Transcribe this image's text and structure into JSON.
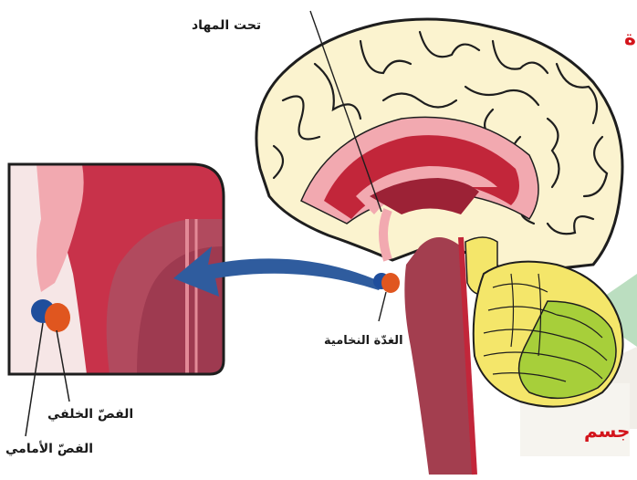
{
  "labels": {
    "hypothalamus": "تحت المهاد",
    "pituitary": "الغدّة النخامية",
    "posterior_lobe": "الفصّ الخلفي",
    "anterior_lobe": "الفصّ الأمامي"
  },
  "edge_fragments": {
    "top_right": "ة",
    "bottom_right": "جسم"
  },
  "colors": {
    "cortex": "#fbf3cf",
    "brain_outline": "#1e1e1e",
    "inner_red": "#c2263a",
    "dark_red": "#9c2236",
    "pink": "#f2a9b0",
    "brainstem": "#a33e4f",
    "cerebellum_yellow": "#f4e66a",
    "cerebellum_green": "#a7cf3a",
    "anterior_blue": "#1f4e9c",
    "posterior_orange": "#e0561f",
    "arrow_blue": "#2f5c9e",
    "red_text": "#d3141b"
  }
}
